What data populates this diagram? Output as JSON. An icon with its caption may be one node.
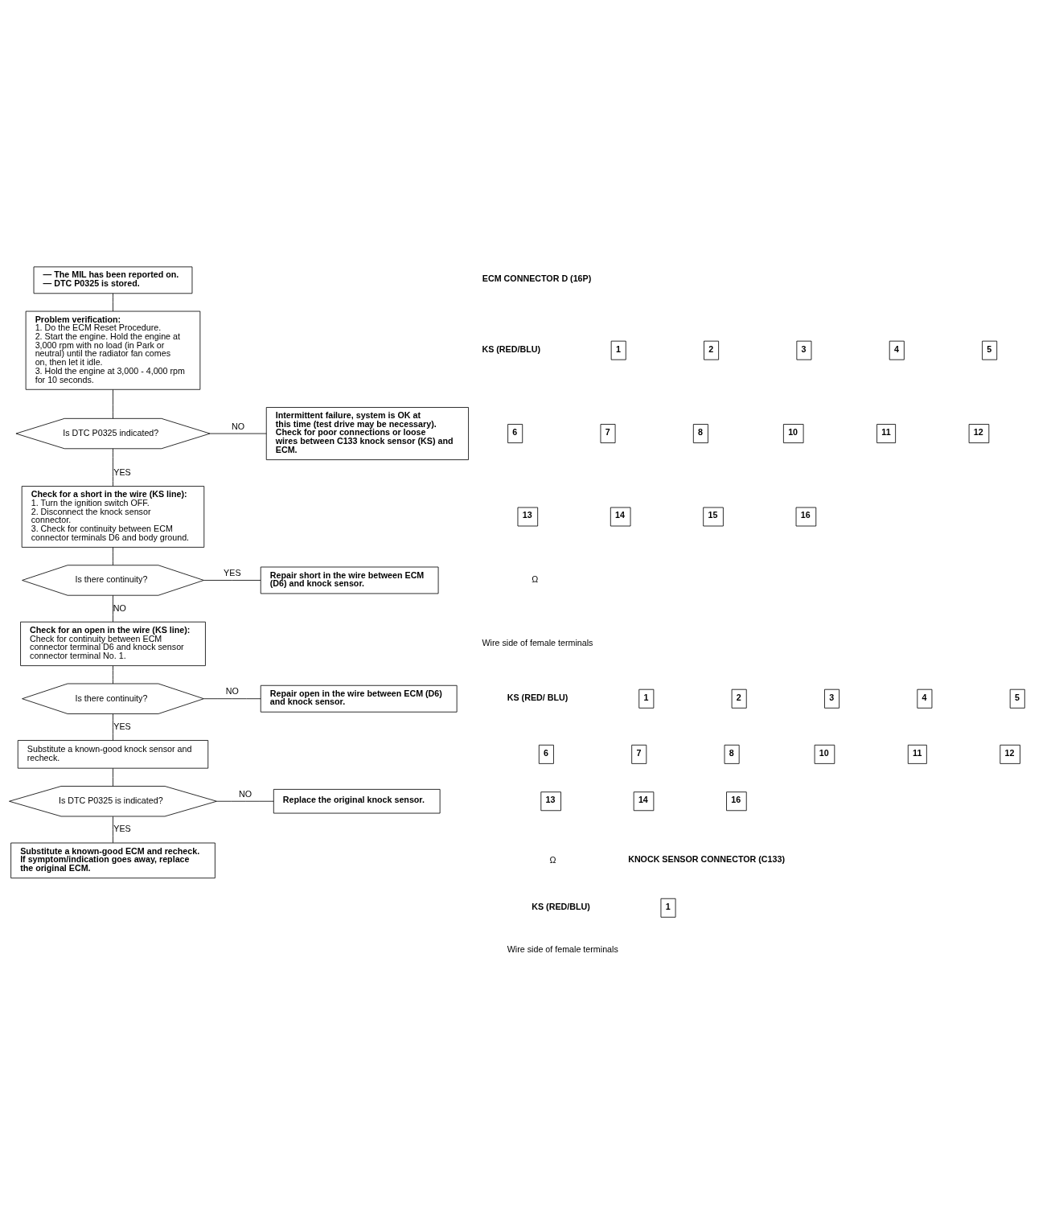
{
  "diagram": {
    "nodes": [
      {
        "text": [
          "— The MIL has been reported on.",
          "— DTC P0325 is stored."
        ]
      },
      {
        "text": [
          "Problem verification:",
          "1. Do the ECM Reset Procedure.",
          "2. Start the engine. Hold the engine at 3,000 rpm with no load (in Park or neutral) until the radiator fan comes on, then let it idle.",
          "3. Hold the engine at 3,000 - 4,000 rpm for 10 seconds."
        ]
      },
      {
        "text": [
          "Is DTC P0325 indicated?"
        ]
      },
      {
        "text": [
          "Intermittent failure, system is OK at this time (test drive may be necessary).",
          "Check for poor connections or loose wires between C133 knock sensor (KS) and ECM."
        ]
      },
      {
        "text": [
          "Check for a short in the wire (KS line):",
          "1. Turn the ignition switch OFF.",
          "2. Disconnect the knock sensor connector.",
          "3. Check for continuity between ECM connector terminals D6 and body ground."
        ]
      },
      {
        "text": [
          "Is there continuity?"
        ]
      },
      {
        "text": [
          "Repair short in the wire between ECM (D6) and knock sensor."
        ]
      },
      {
        "text": [
          "Check for an open in the wire (KS line):",
          "Check for continuity between ECM connector terminal D6 and knock sensor connector terminal No. 1."
        ]
      },
      {
        "text": [
          "Is there continuity?"
        ]
      },
      {
        "text": [
          "Repair open in the wire between ECM (D6) and knock sensor."
        ]
      },
      {
        "text": [
          "Substitute a known-good knock sensor and recheck."
        ]
      },
      {
        "text": [
          "Is DTC P0325 is indicated?"
        ]
      },
      {
        "text": [
          "Replace the original knock sensor."
        ]
      },
      {
        "text": [
          "Substitute a known-good ECM and recheck. If symptom/indication goes away, replace the original ECM."
        ]
      }
    ],
    "edges": [
      {
        "from": 0,
        "to": 1,
        "arrow": "none"
      },
      {
        "from": 1,
        "to": 2,
        "arrow": "none"
      },
      {
        "from": 2,
        "to": 3,
        "arrow": "none",
        "label": "NO"
      },
      {
        "from": 2,
        "to": 4,
        "arrow": "none",
        "label": "YES"
      },
      {
        "from": 4,
        "to": 5,
        "arrow": "none"
      },
      {
        "from": 5,
        "to": 6,
        "arrow": "none",
        "label": "YES"
      },
      {
        "from": 5,
        "to": 7,
        "arrow": "none",
        "label": "NO"
      },
      {
        "from": 7,
        "to": 8,
        "arrow": "none"
      },
      {
        "from": 8,
        "to": 9,
        "arrow": "none",
        "label": "NO"
      },
      {
        "from": 8,
        "to": 10,
        "arrow": "none",
        "label": "YES"
      },
      {
        "from": 10,
        "to": 11,
        "arrow": "none"
      },
      {
        "from": 11,
        "to": 12,
        "arrow": "none",
        "label": "NO"
      },
      {
        "from": 11,
        "to": 13,
        "arrow": "none",
        "label": "YES"
      }
    ],
    "labels": [
      "ECM CONNECTOR D (16P)",
      "KS (RED/BLU)",
      "1",
      "2",
      "3",
      "4",
      "5",
      "6",
      "7",
      "8",
      "10",
      "11",
      "12",
      "13",
      "14",
      "15",
      "16",
      "Ω",
      "Wire side of female terminals",
      "KS (RED/ BLU)",
      "1",
      "2",
      "3",
      "4",
      "5",
      "6",
      "7",
      "8",
      "10",
      "11",
      "12",
      "13",
      "14",
      "16",
      "Ω",
      "KNOCK SENSOR CONNECTOR (C133)",
      "KS (RED/BLU)",
      "1",
      "Wire side of female terminals"
    ]
  }
}
